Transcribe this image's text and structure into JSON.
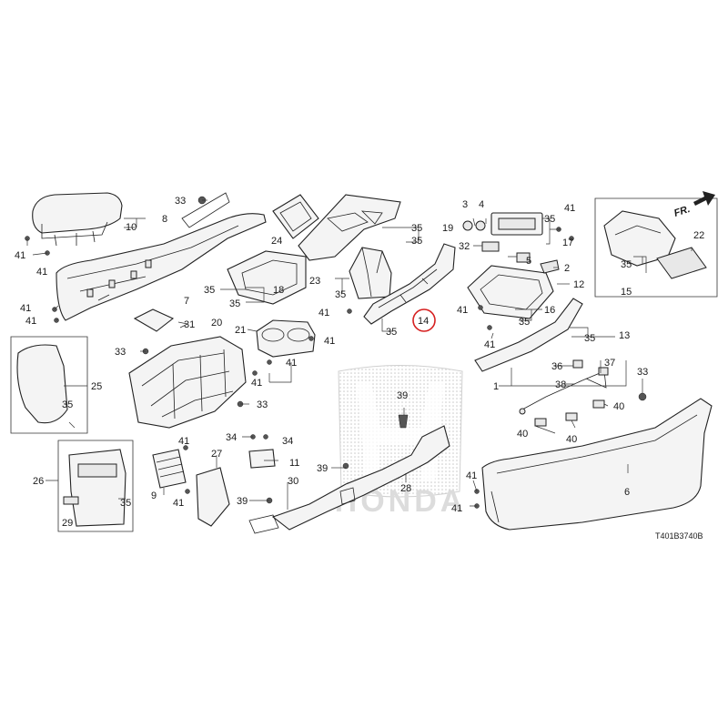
{
  "diagram": {
    "drawing_code": "T401B3740B",
    "front_marker": "FR.",
    "watermark": "HONDA",
    "highlighted_part": "14",
    "callouts": {
      "c1": "1",
      "c2": "2",
      "c3": "3",
      "c4": "4",
      "c5": "5",
      "c6": "6",
      "c7": "7",
      "c8": "8",
      "c9": "9",
      "c10": "10",
      "c11": "11",
      "c12": "12",
      "c13": "13",
      "c14": "14",
      "c15": "15",
      "c16": "16",
      "c17": "17",
      "c18": "18",
      "c19": "19",
      "c20": "20",
      "c21": "21",
      "c22": "22",
      "c23": "23",
      "c24": "24",
      "c25": "25",
      "c26": "26",
      "c27": "27",
      "c28": "28",
      "c29": "29",
      "c30": "30",
      "c31": "31",
      "c32": "32",
      "c33": "33",
      "c34": "34",
      "c35": "35",
      "c36": "36",
      "c37": "37",
      "c38": "38",
      "c39": "39",
      "c40": "40",
      "c41": "41"
    }
  }
}
